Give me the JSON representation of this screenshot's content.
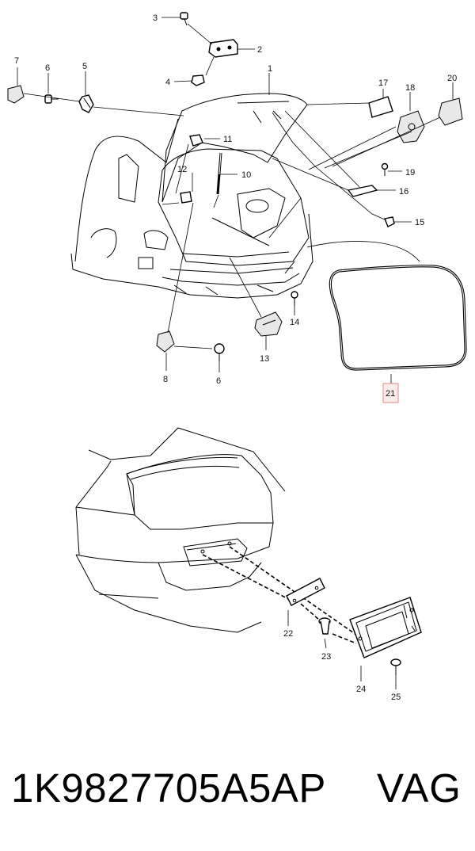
{
  "callouts": {
    "c1": "1",
    "c2": "2",
    "c3": "3",
    "c4": "4",
    "c5": "5",
    "c6a": "6",
    "c6b": "6",
    "c7": "7",
    "c8": "8",
    "c10": "10",
    "c11": "11",
    "c12": "12",
    "c13": "13",
    "c14": "14",
    "c15": "15",
    "c16": "16",
    "c17": "17",
    "c18": "18",
    "c19": "19",
    "c20": "20",
    "c21": "21",
    "c22": "22",
    "c23": "23",
    "c24": "24",
    "c25": "25"
  },
  "highlight_color": "#e58a8a",
  "footer": {
    "part_number": "1K9827705A5AP",
    "brand": "VAG"
  }
}
